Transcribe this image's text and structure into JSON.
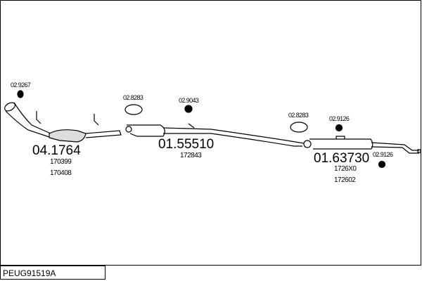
{
  "diagram_code": "PEUG91519A",
  "parts": [
    {
      "number": "04.1764",
      "refs": [
        "170399",
        "170408"
      ]
    },
    {
      "number": "01.55510",
      "refs": [
        "172843"
      ]
    },
    {
      "number": "01.63730",
      "refs": [
        "1726X0",
        "172602"
      ]
    }
  ],
  "accessories": [
    {
      "number": "02.9267"
    },
    {
      "number": "02.8283"
    },
    {
      "number": "02.9043"
    },
    {
      "number": "02.8283"
    },
    {
      "number": "02.9126"
    },
    {
      "number": "02.9126"
    }
  ]
}
